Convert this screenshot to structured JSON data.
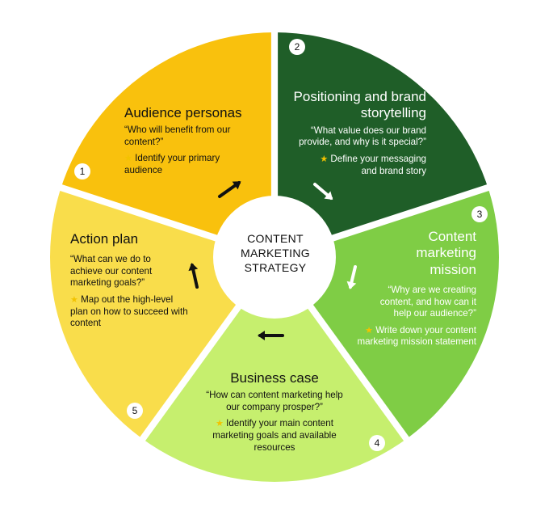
{
  "center_label": [
    "CONTENT",
    "MARKETING",
    "STRATEGY"
  ],
  "colors": {
    "segment_1": "#f9c10d",
    "segment_2": "#1f5e28",
    "segment_3": "#7fcd45",
    "segment_4": "#c6ef6e",
    "segment_5": "#f9dd4b"
  },
  "segments": [
    {
      "number": "1",
      "title": "Audience personas",
      "question": "“Who will benefit from our content?”",
      "task": "Identify your primary audience",
      "icon": "star-icon",
      "arrow_icon": "arrow-up-right-icon"
    },
    {
      "number": "2",
      "title": "Positioning and brand storytelling",
      "question": "“What value does our brand provide, and why is it special?”",
      "task": "Define your messaging and brand story",
      "icon": "star-icon",
      "arrow_icon": "arrow-down-right-icon"
    },
    {
      "number": "3",
      "title": "Content marketing mission",
      "question": "“Why are we creating content, and how can it help our audience?”",
      "task": "Write down your content marketing mission statement",
      "icon": "star-icon",
      "arrow_icon": "arrow-down-icon"
    },
    {
      "number": "4",
      "title": "Business case",
      "question": "“How can content marketing help our company prosper?”",
      "task": "Identify your main content marketing goals and available resources",
      "icon": "star-icon",
      "arrow_icon": "arrow-left-icon"
    },
    {
      "number": "5",
      "title": "Action plan",
      "question": "“What can we do to achieve our content marketing goals?”",
      "task": "Map out the high-level plan on how to succeed with content",
      "icon": "star-icon",
      "arrow_icon": "arrow-up-icon"
    }
  ]
}
